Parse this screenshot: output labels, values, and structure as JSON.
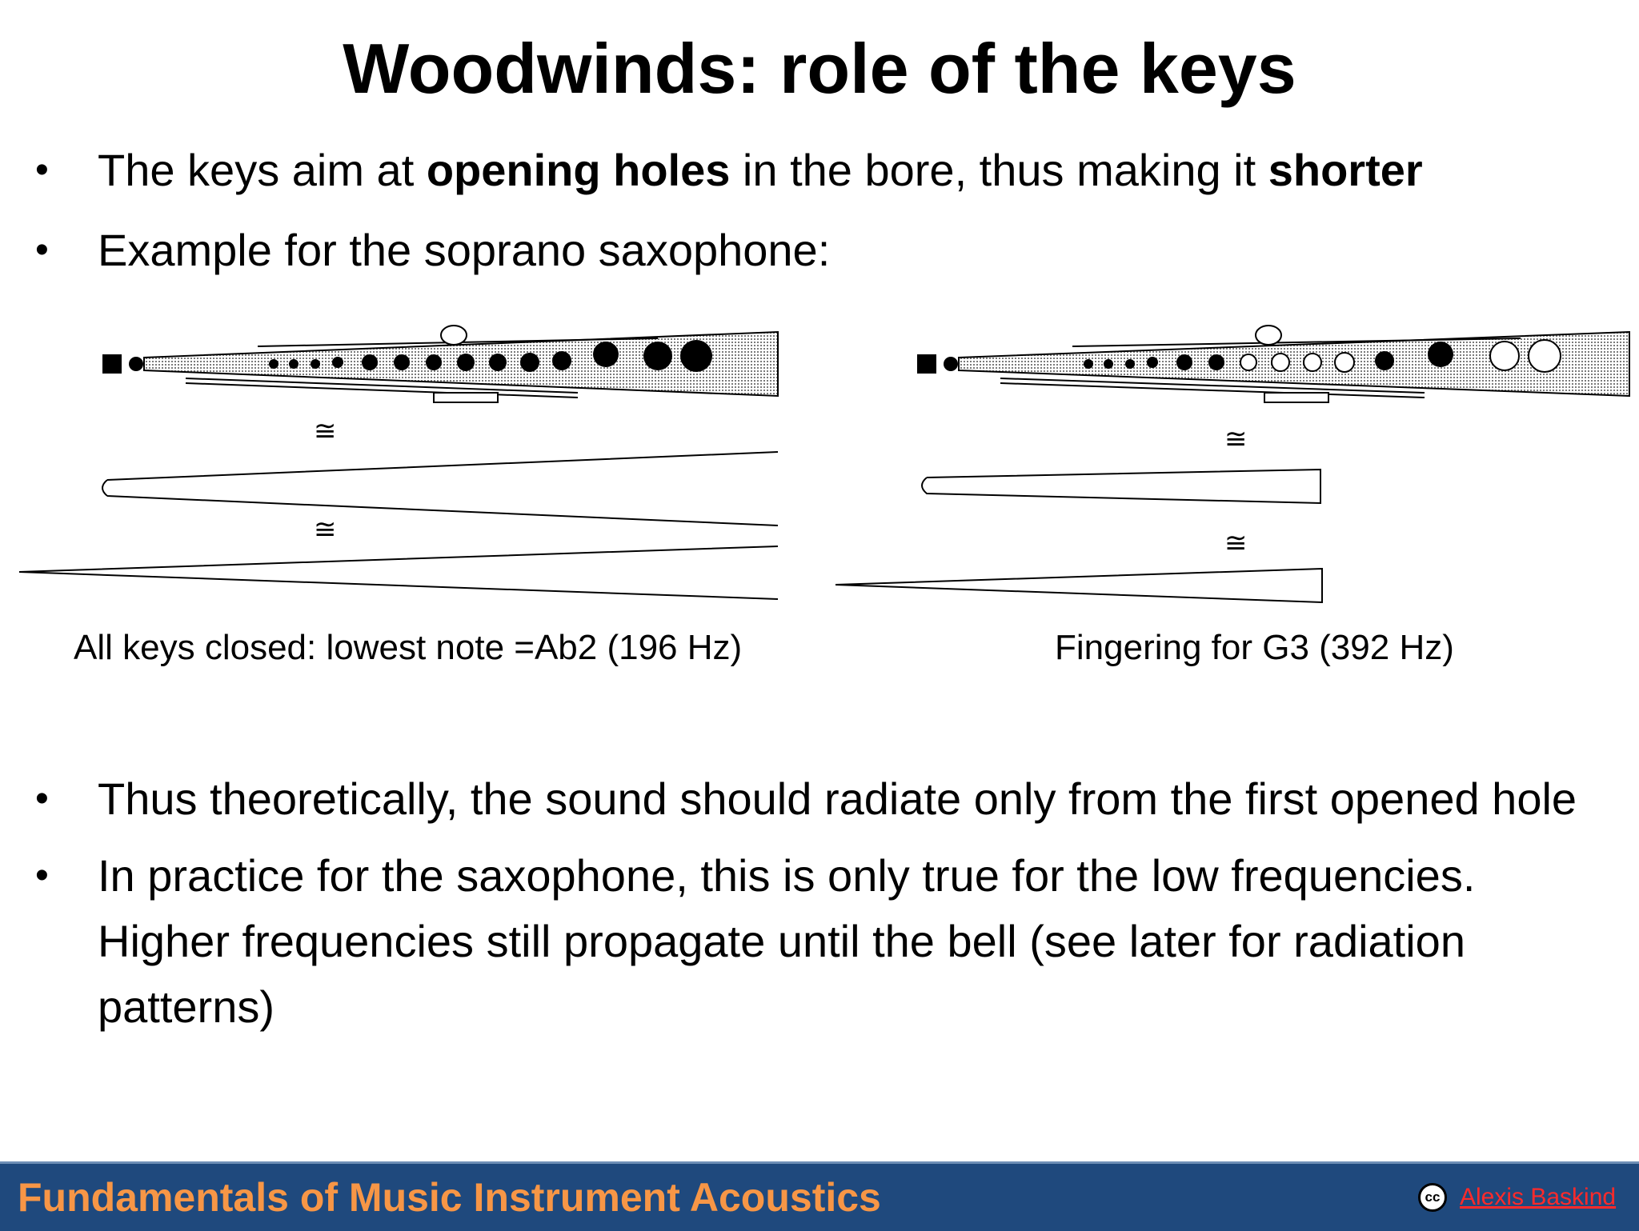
{
  "title": "Woodwinds: role of the keys",
  "bullets_top": [
    {
      "pre": "The keys aim at ",
      "bold1": "opening holes",
      "mid": " in the bore, thus making it ",
      "bold2": "shorter"
    },
    {
      "text": "Example for the soprano saxophone:"
    }
  ],
  "figures": {
    "approx_symbol": "≅",
    "left_caption": "All keys closed: lowest note =Ab2 (196 Hz)",
    "right_caption": "Fingering for G3 (392 Hz)"
  },
  "bullets_bottom": [
    {
      "text": "Thus theoretically, the sound should radiate only from the first opened hole"
    },
    {
      "text": "In practice for the saxophone, this is only true for the low frequencies. Higher frequencies still propagate until the bell (see later for radiation patterns)"
    }
  ],
  "bullet_glyph": "•",
  "footer": {
    "title": "Fundamentals of Music Instrument Acoustics",
    "cc_icon_text": "cc",
    "author": "Alexis  Baskind"
  },
  "colors": {
    "footer_bg": "#1f497d",
    "footer_text": "#f79646",
    "link": "#ff2a2a"
  }
}
